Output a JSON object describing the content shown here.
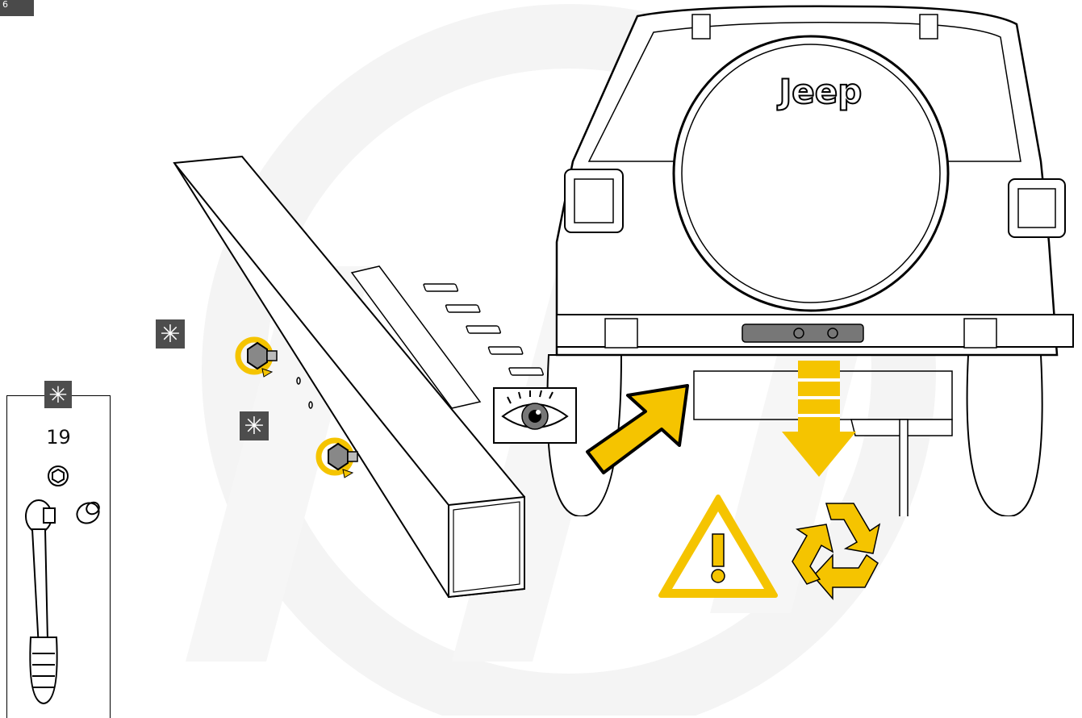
{
  "corner_tag": "6",
  "tool_panel": {
    "marker": "✳",
    "socket_size": "19"
  },
  "markers": {
    "upper_bolt": "✳",
    "lower_bolt": "✳"
  },
  "vehicle": {
    "brand_logo": "Jeep"
  },
  "icons": [
    "hexagon-socket-icon",
    "ratchet-wrench-icon",
    "socket-icon",
    "eye-icon",
    "arrow-icon",
    "warning-icon",
    "recycle-icon",
    "rotate-arrow-icon"
  ],
  "colors": {
    "accent_yellow": "#f5c400",
    "marker_gray": "#4d4d4d",
    "watermark": "#f3f3f3"
  }
}
